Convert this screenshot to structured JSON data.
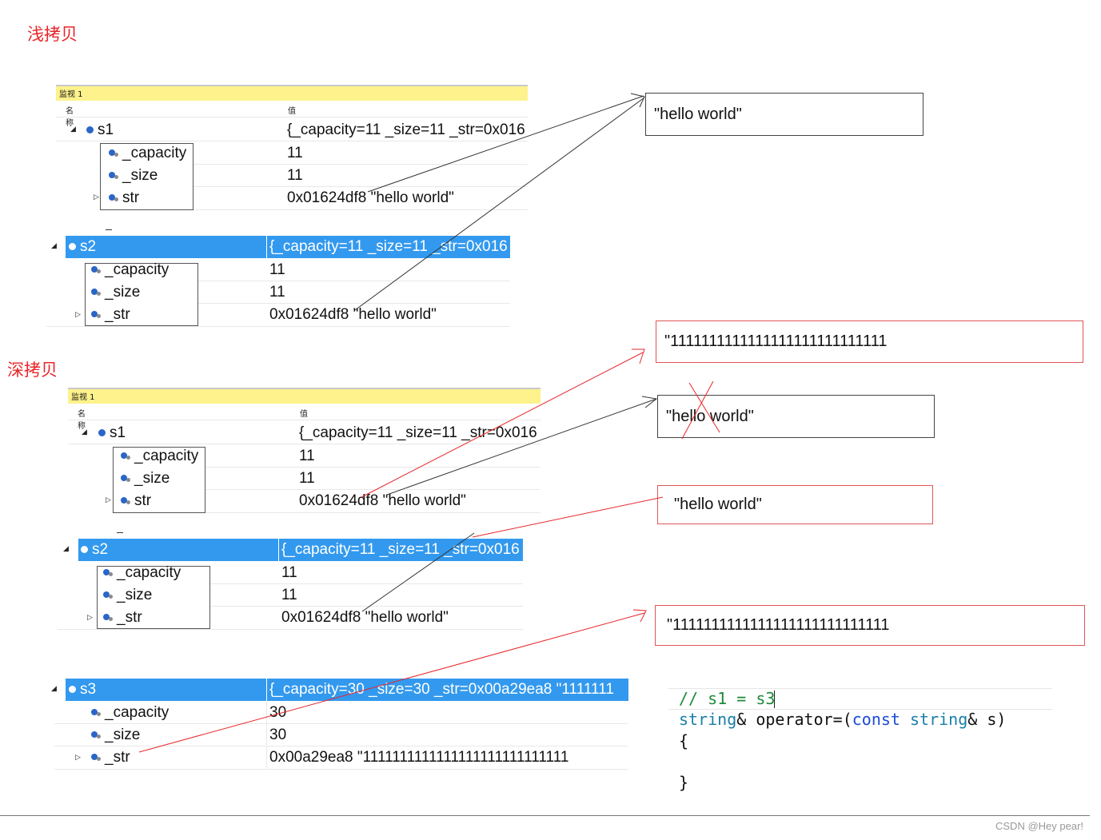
{
  "shallow_heading": "浅拷贝",
  "deep_heading": "深拷贝",
  "watch_title": "监视 1",
  "col_name": "名称",
  "col_value": "值",
  "shallow": {
    "s1": {
      "name": "s1",
      "value": "{_capacity=11 _size=11 _str=0x016",
      "fields": [
        {
          "name": "_capacity",
          "value": "11"
        },
        {
          "name": "_size",
          "value": "11"
        },
        {
          "name": "str",
          "value": "0x01624df8 \"hello world\""
        }
      ]
    },
    "s2": {
      "name": "s2",
      "value": "{_capacity=11 _size=11 _str=0x016",
      "fields": [
        {
          "name": "_capacity",
          "value": "11"
        },
        {
          "name": "_size",
          "value": "11"
        },
        {
          "name": "_str",
          "value": "0x01624df8 \"hello world\""
        }
      ]
    },
    "memory": "\"hello world\""
  },
  "deep": {
    "s1": {
      "name": "s1",
      "value": "{_capacity=11 _size=11 _str=0x016",
      "fields": [
        {
          "name": "_capacity",
          "value": "11"
        },
        {
          "name": "_size",
          "value": "11"
        },
        {
          "name": "str",
          "value": "0x01624df8 \"hello world\""
        }
      ]
    },
    "s2": {
      "name": "s2",
      "value": "{_capacity=11 _size=11 _str=0x016",
      "fields": [
        {
          "name": "_capacity",
          "value": "11"
        },
        {
          "name": "_size",
          "value": "11"
        },
        {
          "name": "_str",
          "value": "0x01624df8 \"hello world\""
        }
      ]
    },
    "s3": {
      "name": "s3",
      "value": "{_capacity=30 _size=30 _str=0x00a29ea8 \"1111111",
      "fields": [
        {
          "name": "_capacity",
          "value": "30"
        },
        {
          "name": "_size",
          "value": "30"
        },
        {
          "name": "_str",
          "value": "0x00a29ea8 \"1111111111111111111111111111"
        }
      ]
    },
    "memory_top": "\"1111111111111111111111111111",
    "memory_crossed": "\"hello world\"",
    "memory_mid": "\"hello world\"",
    "memory_bottom": "\"1111111111111111111111111111"
  },
  "code": {
    "comment": "// s1 = s3",
    "signature_type": "string",
    "signature_amp": "& operator=(",
    "signature_const": "const",
    "signature_type2": "string",
    "signature_tail": "& s)",
    "open_brace": "{",
    "close_brace": "}"
  },
  "watermark": "CSDN @Hey pear!",
  "colors": {
    "red": "#e8262a",
    "selection": "#3399ee",
    "watch_header": "#fdf28c"
  }
}
